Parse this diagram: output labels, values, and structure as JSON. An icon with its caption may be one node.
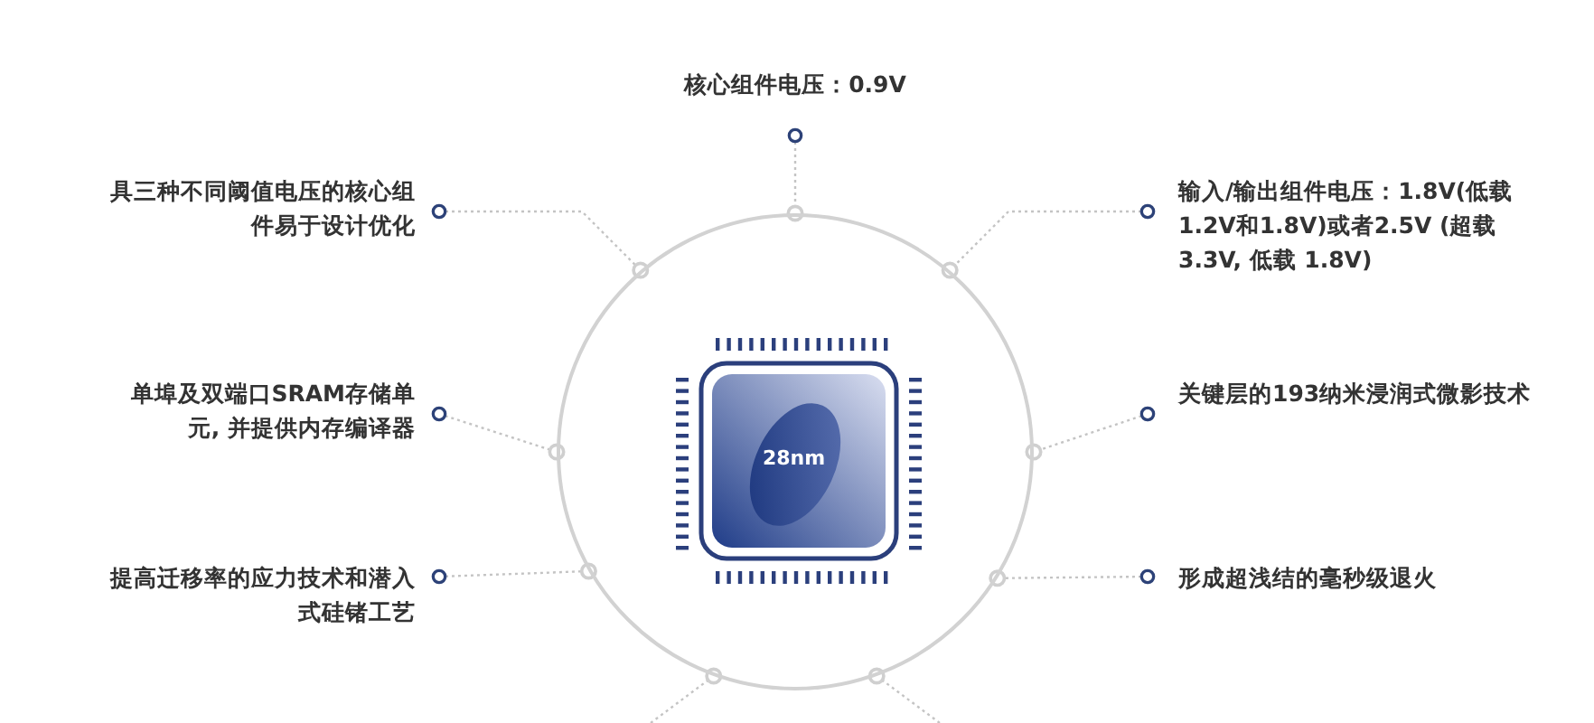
{
  "diagram": {
    "nodes": [
      {
        "text": [
          "核心组件电压：0.9V"
        ]
      },
      {
        "text": [
          "具三种不同阈值电压的核心组件易于设计优化"
        ]
      },
      {
        "text": [
          "输入/输出组件电压：1.8V(低载 1.2V和1.8V)或者2.5V (超载 3.3V, 低载 1.8V)"
        ]
      },
      {
        "text": [],
        "shape": "circle"
      },
      {
        "text": [
          "28nm"
        ],
        "in": 3
      },
      {
        "text": [
          "单埠及双端口SRAM存储单元, 并提供内存编译器"
        ]
      },
      {
        "text": [
          "关键层的193纳米浸润式微影技术"
        ]
      },
      {
        "text": [
          "提高迁移率的应力技术和潜入式硅锗工艺"
        ]
      },
      {
        "text": [
          "形成超浅结的毫秒级退火"
        ]
      }
    ],
    "edges": [
      {
        "from": 0,
        "to": 3,
        "arrow": "other",
        "style": "dashed"
      },
      {
        "from": 1,
        "to": 3,
        "arrow": "other",
        "style": "dashed"
      },
      {
        "from": 2,
        "to": 3,
        "arrow": "other",
        "style": "dashed"
      },
      {
        "from": 5,
        "to": 3,
        "arrow": "other",
        "style": "dashed"
      },
      {
        "from": 6,
        "to": 3,
        "arrow": "other",
        "style": "dashed"
      },
      {
        "from": 7,
        "to": 3,
        "arrow": "other",
        "style": "dashed"
      },
      {
        "from": 8,
        "to": 3,
        "arrow": "other",
        "style": "dashed"
      },
      {
        "from": 3,
        "to": null,
        "arrow": "other",
        "style": "dashed"
      },
      {
        "from": 3,
        "to": null,
        "arrow": "other",
        "style": "dashed"
      }
    ]
  }
}
